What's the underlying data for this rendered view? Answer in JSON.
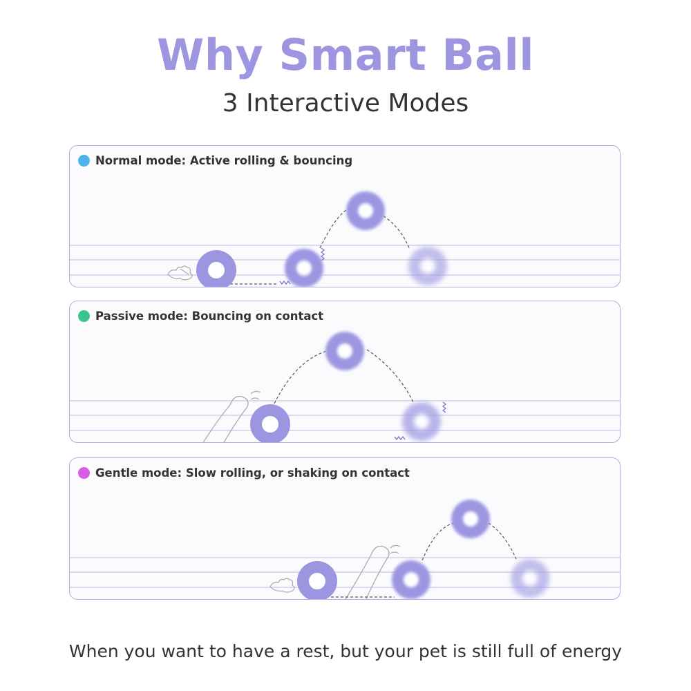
{
  "header": {
    "title": "Why Smart Ball",
    "subtitle": "3 Interactive Modes"
  },
  "modes": [
    {
      "label": "Normal mode: Active rolling & bouncing",
      "color": "#4db3ee"
    },
    {
      "label": "Passive mode: Bouncing on contact",
      "color": "#3cc48f"
    },
    {
      "label": "Gentle mode: Slow rolling, or shaking on contact",
      "color": "#d95ce6"
    }
  ],
  "footer": {
    "text": "When you want to have a rest, but your pet is still full of energy"
  },
  "colors": {
    "accent": "#9d95e0",
    "ball": "#9c96e1",
    "panel_border": "#b3ace0"
  }
}
